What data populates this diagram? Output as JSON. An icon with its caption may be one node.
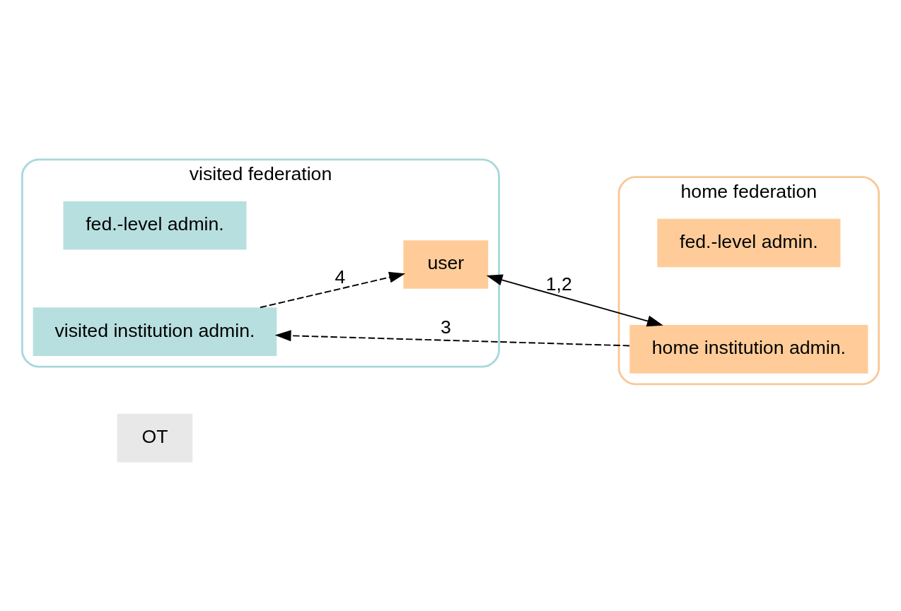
{
  "diagram": {
    "nodes": [
      {
        "text": [
          "OT"
        ]
      },
      {
        "text": [
          "home federation"
        ]
      },
      {
        "text": [
          "fed.-level admin."
        ],
        "in": 1
      },
      {
        "text": [
          "home institution admin."
        ],
        "in": 1
      },
      {
        "text": [
          "visited federation"
        ]
      },
      {
        "text": [
          "fed.-level admin."
        ],
        "in": 4
      },
      {
        "text": [
          "visited institution admin."
        ],
        "in": 4
      },
      {
        "text": [
          "user"
        ],
        "in": 4
      }
    ],
    "edges": [
      {
        "from": 3,
        "to": 6,
        "arrow": "to",
        "style": "dashed",
        "label": "3"
      },
      {
        "from": 7,
        "to": 3,
        "arrow": "both",
        "label": "1,2"
      },
      {
        "from": 6,
        "to": 7,
        "arrow": "to",
        "style": "dashed",
        "label": "4"
      }
    ]
  }
}
